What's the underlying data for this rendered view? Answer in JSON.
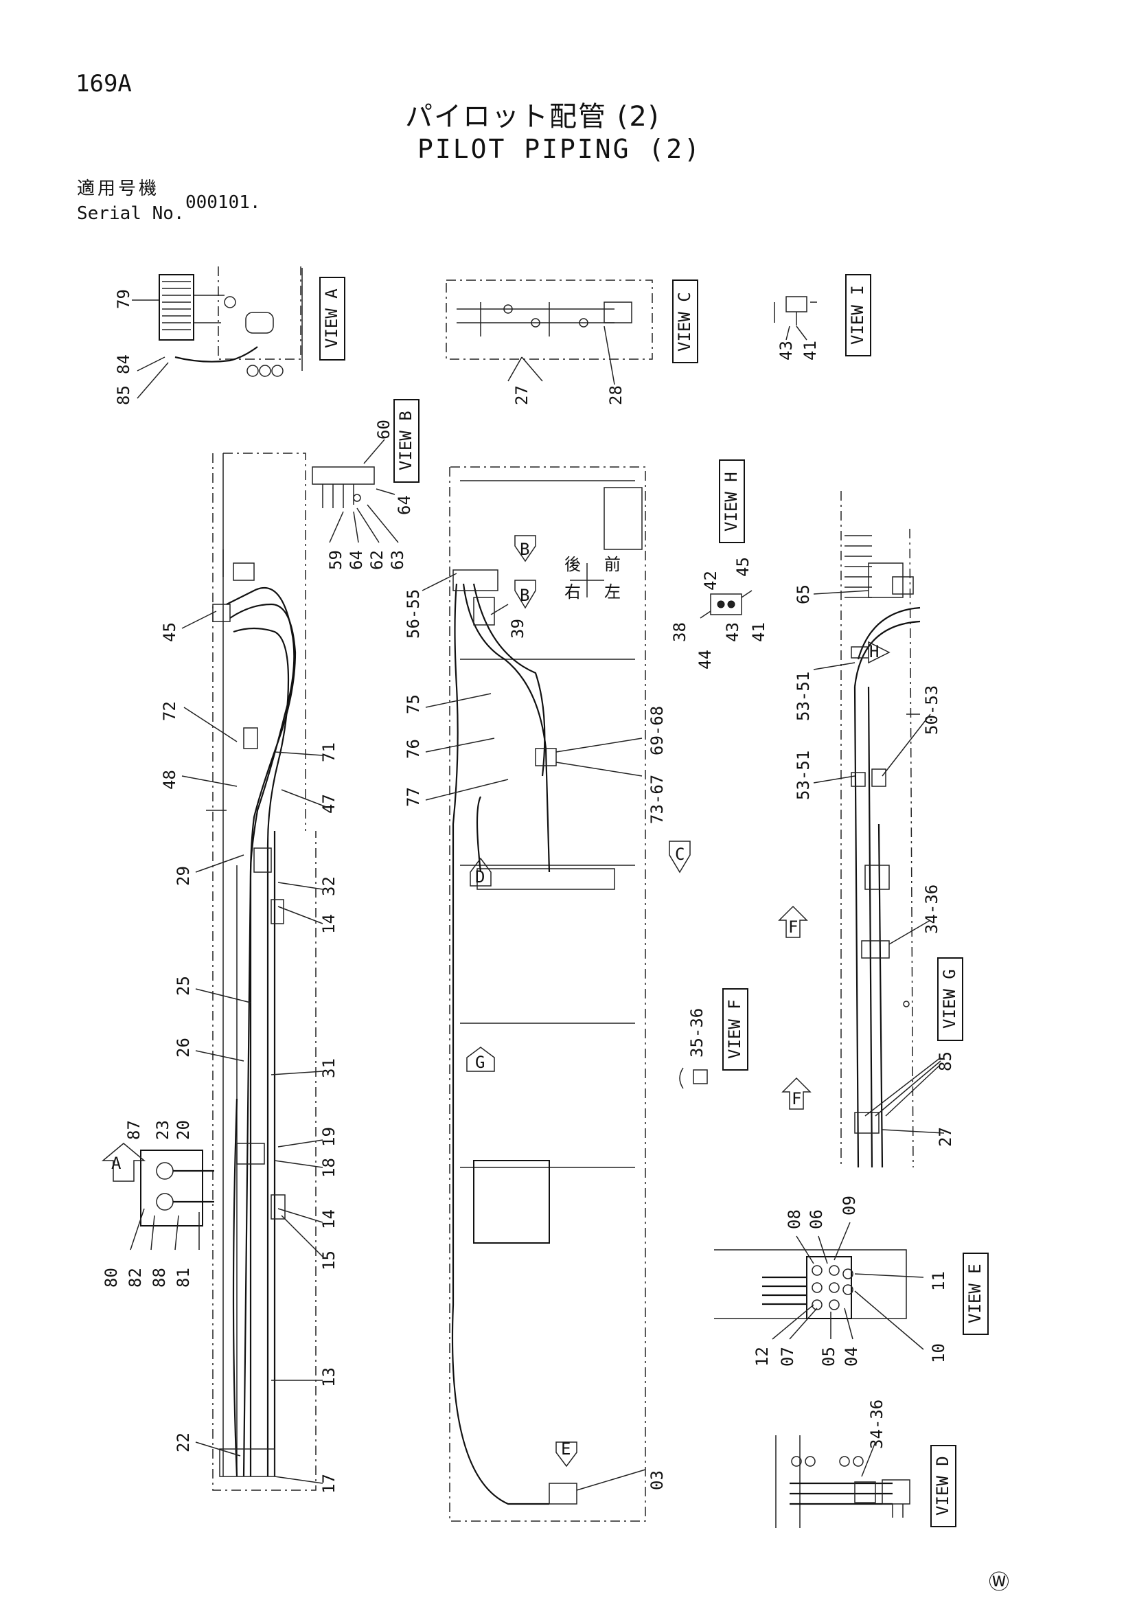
{
  "header": {
    "page_number": "169A",
    "title_jp": "パイロット配管 (2)",
    "title_en": "PILOT PIPING (2)",
    "serial_label_jp": "適用号機",
    "serial_label_en": "Serial No.",
    "serial_value": "000101."
  },
  "views": {
    "a": "VIEW A",
    "b": "VIEW B",
    "c": "VIEW C",
    "d": "VIEW D",
    "e": "VIEW E",
    "f": "VIEW F",
    "g": "VIEW G",
    "h": "VIEW H",
    "i": "VIEW I"
  },
  "part_labels": {
    "p79": "79",
    "p84": "84",
    "p85a": "85",
    "p27a": "27",
    "p28": "28",
    "p43a": "43",
    "p41a": "41",
    "p60": "60",
    "p64a": "64",
    "p59": "59",
    "p64b": "64",
    "p62": "62",
    "p63": "63",
    "p45a": "45",
    "p72": "72",
    "p71": "71",
    "p48": "48",
    "p47": "47",
    "p29": "29",
    "p32": "32",
    "p14a": "14",
    "p25": "25",
    "p26": "26",
    "p31": "31",
    "p87": "87",
    "p23": "23",
    "p20": "20",
    "p19": "19",
    "p18": "18",
    "p14b": "14",
    "p15": "15",
    "p80": "80",
    "p82": "82",
    "p88": "88",
    "p81": "81",
    "p13": "13",
    "p22": "22",
    "p17": "17",
    "p56_55": "56-55",
    "p39": "39",
    "p75": "75",
    "p76": "76",
    "p77": "77",
    "p69_68": "69-68",
    "p73_67": "73-67",
    "p03": "03",
    "p42": "42",
    "p45b": "45",
    "p38": "38",
    "p44": "44",
    "p43b": "43",
    "p41b": "41",
    "p65": "65",
    "p53_51a": "53-51",
    "p50_53": "50-53",
    "p53_51b": "53-51",
    "p34_36a": "34-36",
    "p85b": "85",
    "p27b": "27",
    "p35_36": "35-36",
    "p08": "08",
    "p06": "06",
    "p09": "09",
    "p11": "11",
    "p10": "10",
    "p12": "12",
    "p07": "07",
    "p05": "05",
    "p04": "04",
    "p34_36b": "34-36"
  },
  "arrows": {
    "a": "A",
    "b1": "B",
    "b2": "B",
    "c": "C",
    "d": "D",
    "e": "E",
    "f1": "F",
    "f2": "F",
    "g": "G",
    "h": "H"
  },
  "compass": {
    "front": "前",
    "rear": "後",
    "right": "右",
    "left": "左"
  },
  "corner_mark": "Ⓦ"
}
